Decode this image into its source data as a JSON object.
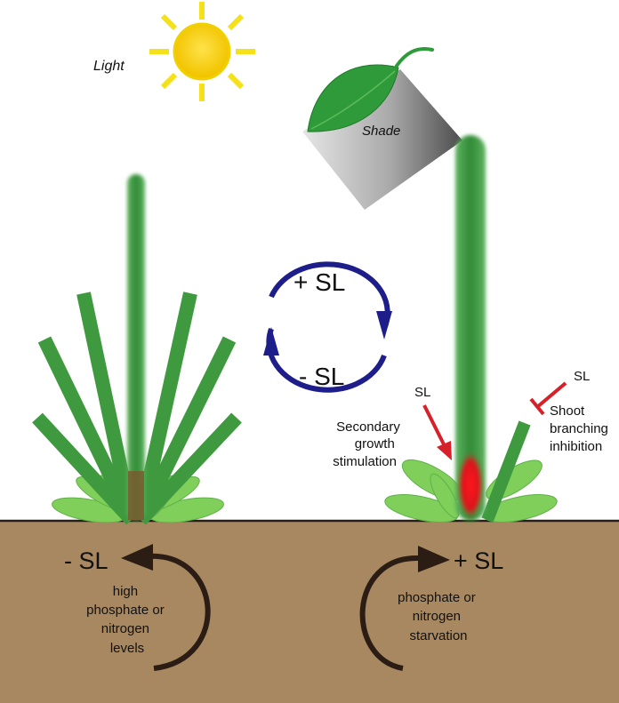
{
  "labels": {
    "light": "Light",
    "shade": "Shade",
    "cycle_top": "+ SL",
    "cycle_bottom": "- SL",
    "sl_secondary": "SL",
    "secondary_growth": [
      "Secondary",
      "growth",
      "stimulation"
    ],
    "sl_branching": "SL",
    "shoot_branching": [
      "Shoot",
      "branching",
      "inhibition"
    ],
    "soil_left_sl": "- SL",
    "soil_left_condition": [
      "high",
      "phosphate or",
      "nitrogen",
      "levels"
    ],
    "soil_right_sl": "+ SL",
    "soil_right_condition": [
      "phosphate or",
      "nitrogen",
      "starvation"
    ]
  },
  "colors": {
    "sun": "#f5d90a",
    "sun_ray": "#f5e11a",
    "plant_green": "#3f9a3f",
    "leaf_light": "#7fcf5a",
    "cycle_arrow": "#1e1e8a",
    "sl_arrow": "#d6212a",
    "red_zone": "#e01c25",
    "soil": "#a88860",
    "soil_line": "#2a1e14",
    "soil_arrow": "#2b1d14"
  }
}
